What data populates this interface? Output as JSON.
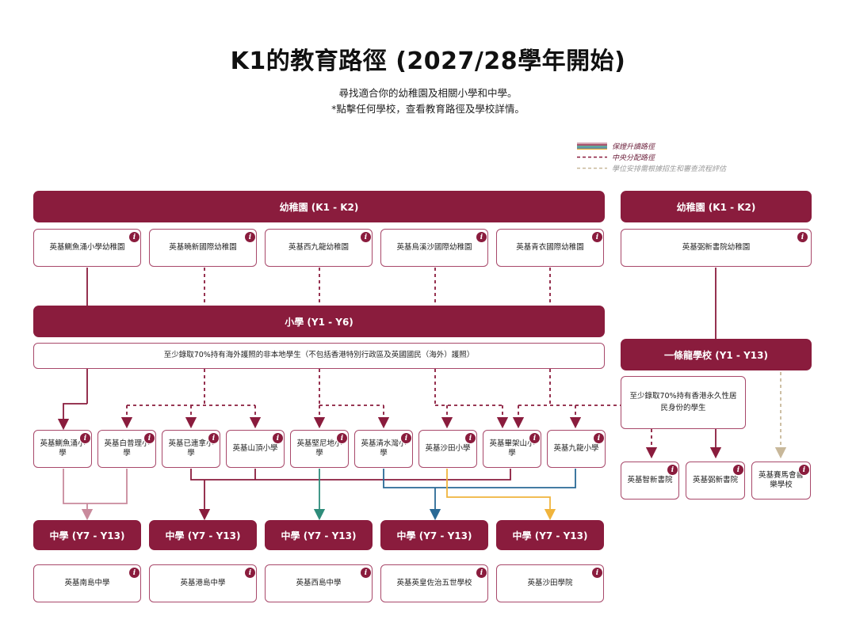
{
  "header": {
    "title": "K1的教育路徑 (2027/28學年開始)",
    "subtitle1": "尋找適合你的幼稚園及相關小學和中學。",
    "subtitle2": "*點擊任何學校，查看教育路徑及學校詳情。"
  },
  "legend": [
    {
      "label": "保證升讀路徑",
      "style": "multicolor"
    },
    {
      "label": "中央分配路徑",
      "style": "dashed-maroon"
    },
    {
      "label": "學位安排需根據招生和審查流程評估",
      "style": "dashed-tan"
    }
  ],
  "kindergarten_header": "幼稚園 (K1 - K2)",
  "kindergarten_header_right": "幼稚園 (K1 - K2)",
  "kindergartens": [
    "英基鰂魚涌小學幼稚園",
    "英基曉新國際幼稚園",
    "英基西九龍幼稚園",
    "英基烏溪沙國際幼稚園",
    "英基青衣國際幼稚園"
  ],
  "kindergarten_right": "英基弼新書院幼稚園",
  "primary_header": "小學 (Y1 - Y6)",
  "primary_note": "至少錄取70%持有海外護照的非本地學生（不包括香港特別行政區及英國國民（海外）護照）",
  "primaries": [
    "英基鰂魚涌小學",
    "英基白普理小學",
    "英基已連拿小學",
    "英基山頂小學",
    "英基堅尼地小學",
    "英基清水灣小學",
    "英基沙田小學",
    "英基畢架山小學",
    "英基九龍小學"
  ],
  "through_header": "一條龍學校 (Y1 - Y13)",
  "through_note": "至少錄取70%持有香港永久性居民身份的學生",
  "through_schools": [
    "英基智新書院",
    "英基弼新書院",
    "英基賽馬會善樂學校"
  ],
  "secondary_header": "中學 (Y7 - Y13)",
  "secondaries": [
    "英基南島中學",
    "英基港島中學",
    "英基西島中學",
    "英基英皇佐治五世學校",
    "英基沙田學院"
  ],
  "info_glyph": "i",
  "colors": {
    "maroon": "#8a1c3d",
    "pink": "#c98a9c",
    "teal": "#2e8c7a",
    "blue": "#2a6a96",
    "yellow": "#f0b43c",
    "tan": "#c8b89a"
  }
}
